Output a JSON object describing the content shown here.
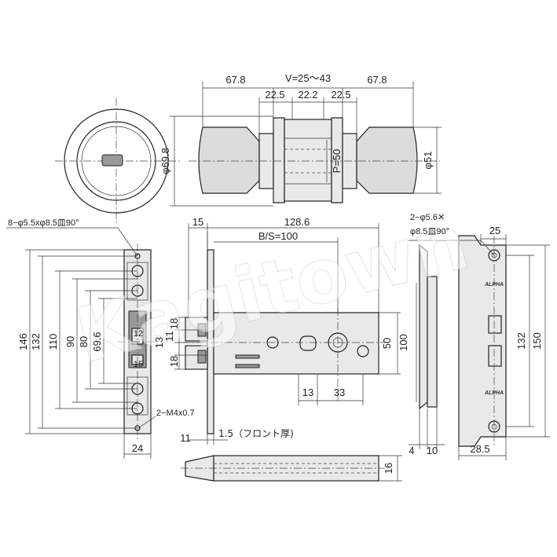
{
  "watermark": "Kagitown",
  "knob_view": {
    "overall_left": "67.8",
    "overall_right": "67.8",
    "door_range": "V=25～43",
    "rose_left": "22.5",
    "gap": "22.2",
    "rose_right": "22.5",
    "rose_dia": "φ69.8",
    "knob_dia": "φ51",
    "pitch": "P=50"
  },
  "case_view": {
    "screw_holes_spec": "8−φ5.5xφ8.5皿90°",
    "front_thickness": "15",
    "case_length": "128.6",
    "backset": "B/S=100",
    "height_146": "146",
    "height_132": "132",
    "height_110": "110",
    "height_90": "90",
    "height_80": "80",
    "height_69_6": "69.6",
    "latch_12": "12",
    "latch_15": "15",
    "case_width": "24",
    "tap_spec": "2−M4x0.7",
    "offset_11": "11",
    "front_plate": "1.5（フロント厚)",
    "dim_18_a": "18",
    "dim_13": "13",
    "dim_11": "11",
    "dim_18_b": "18",
    "dim_13_bottom": "13",
    "dim_33": "33",
    "height_50": "50",
    "height_100": "100",
    "bottom_thickness": "16"
  },
  "front_side": {
    "dim_4": "4",
    "dim_10": "10"
  },
  "strike_plate": {
    "holes_spec_1": "2−φ5.6✕",
    "holes_spec_2": "φ8.5皿90°",
    "width_25": "25",
    "height_132": "132",
    "height_150": "150",
    "width_28_5": "28.5",
    "brand_top": "ALPHA",
    "brand_bottom": "ALPHA"
  }
}
